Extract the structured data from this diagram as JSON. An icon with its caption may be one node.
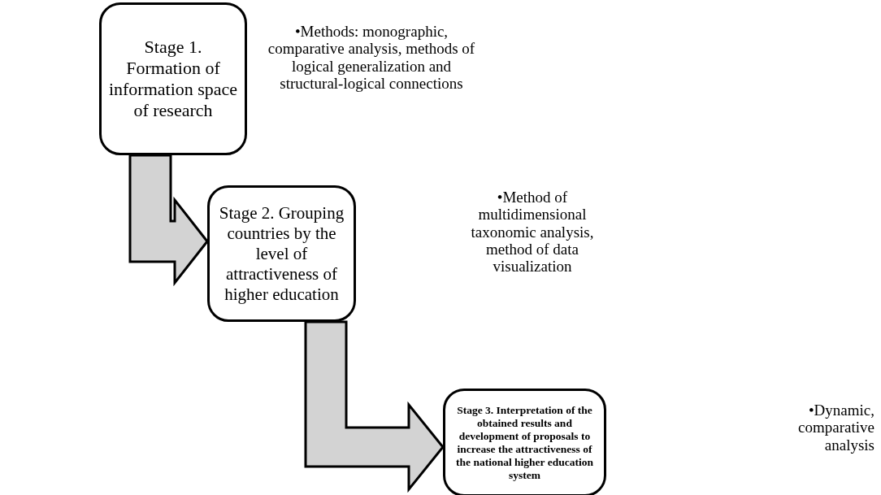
{
  "diagram": {
    "nodes": [
      {
        "text": [
          "Stage 1. Formation of information space of research"
        ],
        "beside": [
          "•Methods: monographic, comparative analysis, methods of logical generalization and structural-logical connections"
        ]
      },
      {
        "text": [
          "Stage 2. Grouping countries by the level of attractiveness of higher education"
        ]
      },
      {
        "text": [
          "Stage 3. Interpretation of the obtained results and development of proposals to increase the attractiveness of the national higher education system"
        ]
      }
    ],
    "edges": [
      {
        "from": 0,
        "to": 1,
        "arrow": "to"
      },
      {
        "from": 1,
        "to": 2,
        "arrow": "to"
      }
    ],
    "labels": [
      "•Method of multidimensional taxonomic analysis, method of data visualization",
      "•Dynamic, comparative analysis"
    ]
  }
}
